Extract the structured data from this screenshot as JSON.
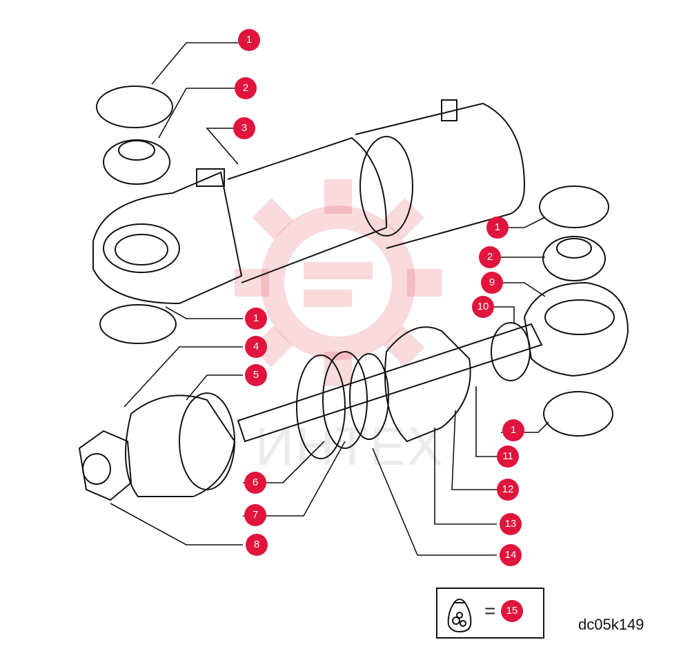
{
  "drawing_code": "dc05k149",
  "watermark": "ИНТЕХ",
  "legend": {
    "icon": "seal-kit-bag-icon",
    "equals": "=",
    "callout": "15"
  },
  "callouts": [
    "1",
    "2",
    "3",
    "1",
    "2",
    "9",
    "10",
    "1",
    "4",
    "5",
    "1",
    "11",
    "6",
    "12",
    "7",
    "13",
    "8",
    "14"
  ],
  "colors": {
    "callout": "#e0143c",
    "watermark": "#e03040"
  }
}
